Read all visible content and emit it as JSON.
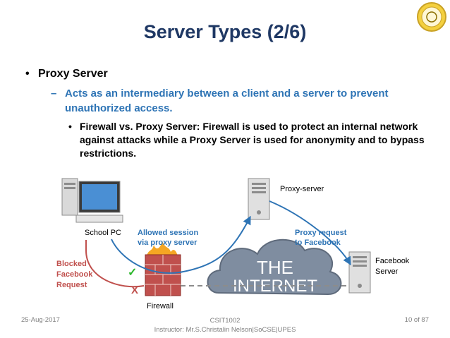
{
  "slide": {
    "title": "Server Types (2/6)",
    "bullet1": "Proxy Server",
    "bullet2": "Acts as an intermediary between a client and a server to prevent unauthorized access.",
    "bullet3": "Firewall vs. Proxy Server: Firewall is used to protect an internal network against attacks while a Proxy Server is used for anonymity and to bypass restrictions."
  },
  "diagram": {
    "school_pc": "School PC",
    "allowed_line1": "Allowed session",
    "allowed_line2": "via proxy server",
    "proxy_server": "Proxy-server",
    "proxy_req_line1": "Proxy request",
    "proxy_req_line2": "to Facebook",
    "internet_line1": "THE",
    "internet_line2": "INTERNET",
    "facebook_line1": "Facebook",
    "facebook_line2": "Server",
    "blocked_line1": "Blocked",
    "blocked_line2": "Facebook",
    "blocked_line3": "Request",
    "firewall": "Firewall",
    "allowed_mark": "✓",
    "blocked_mark": "X"
  },
  "footer": {
    "date": "25-Aug-2017",
    "course": "CSIT1002",
    "instructor": "Instructor: Mr.S.Christalin Nelson|SoCSE|UPES",
    "page": "10 of 87"
  },
  "colors": {
    "title": "#1f3864",
    "sub_bullet": "#2e74b5",
    "blocked": "#c0504d",
    "allowed": "#2e74b5",
    "cloud": "#7f8da0"
  }
}
